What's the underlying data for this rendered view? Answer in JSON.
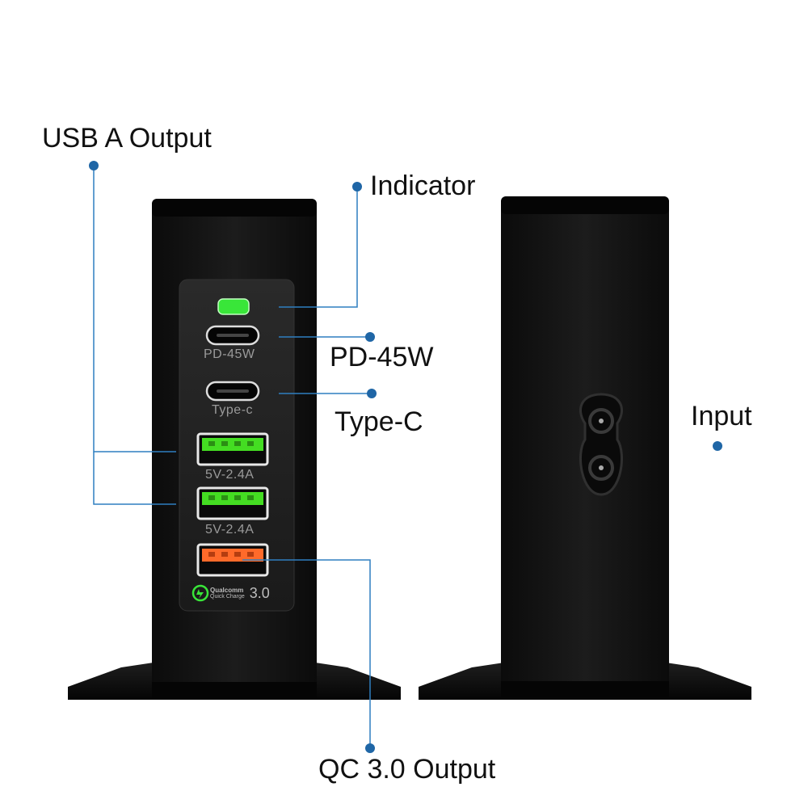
{
  "callouts": {
    "usb_a_output": "USB A Output",
    "indicator": "Indicator",
    "pd_45w": "PD-45W",
    "type_c": "Type-C",
    "input": "Input",
    "qc_output": "QC 3.0 Output"
  },
  "port_labels": {
    "pd": "PD-45W",
    "typec": "Type-c",
    "usb_a_1": "5V-2.4A",
    "usb_a_2": "5V-2.4A"
  },
  "qc_badge": {
    "brand": "Qualcomm",
    "sub": "Quick Charge",
    "version": "3.0"
  },
  "colors": {
    "accent_dot": "#1f66a6",
    "leader_line": "#2f7fc0",
    "led_green": "#39e639",
    "usb_green": "#44dd22",
    "usb_orange": "#ff6a2a",
    "device_body": "#141414"
  }
}
